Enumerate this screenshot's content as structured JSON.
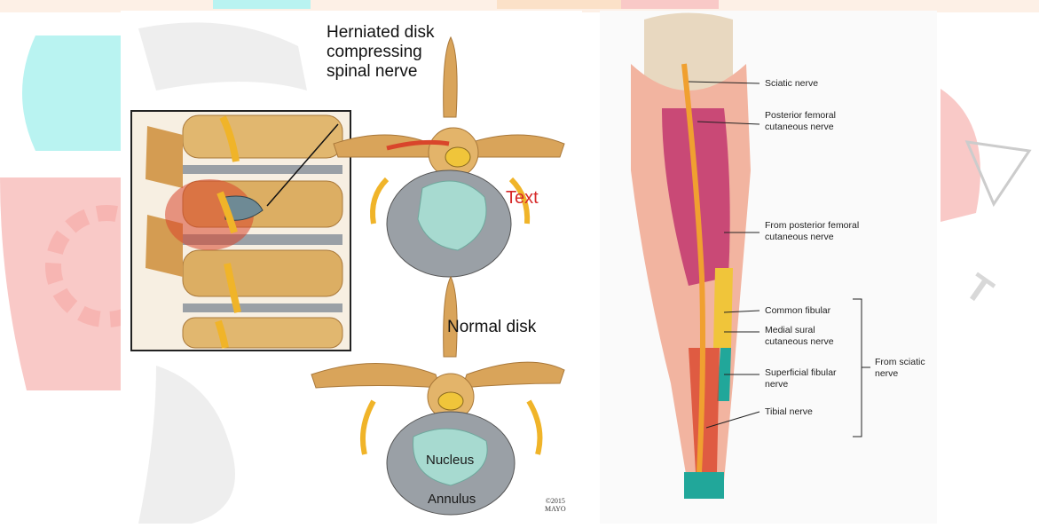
{
  "colors": {
    "bg_cyan": "#b9f3f1",
    "bg_pink": "#f9c9c7",
    "bg_orange": "#fbe1c8",
    "bone": "#d9a45a",
    "nerve": "#f0b429",
    "disc_gray": "#9aa0a6",
    "nucleus": "#a7dad0",
    "muscle_magenta": "#c2366e",
    "inflammation": "#d9452b"
  },
  "left": {
    "herniated_title": "Herniated disk\ncompressing\nspinal nerve",
    "text_label": "Text",
    "normal_title": "Normal disk",
    "nucleus": "Nucleus",
    "annulus": "Annulus",
    "copyright": "©2015\nMAYO"
  },
  "right": {
    "sciatic": "Sciatic nerve",
    "post_fem": "Posterior femoral\ncutaneous nerve",
    "from_post_fem": "From posterior femoral\ncutaneous nerve",
    "common_fibular": "Common fibular",
    "medial_sural": "Medial sural\ncutaneous nerve",
    "superficial_fibular": "Superficial fibular\nnerve",
    "tibial": "Tibial nerve",
    "from_sciatic": "From sciatic\nnerve"
  }
}
